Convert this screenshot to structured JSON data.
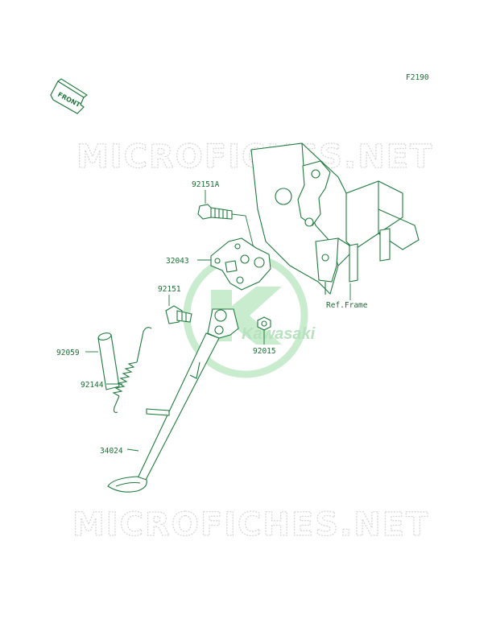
{
  "figure_code": "F2190",
  "front_label": "FRONT",
  "watermark_text": "MICROFICHES.NET",
  "logo_text": "Kawasaki",
  "ref_label": "Ref.Frame",
  "parts": [
    {
      "id": "p1",
      "number": "92151A"
    },
    {
      "id": "p2",
      "number": "32043"
    },
    {
      "id": "p3",
      "number": "92151"
    },
    {
      "id": "p4",
      "number": "92015"
    },
    {
      "id": "p5",
      "number": "92059"
    },
    {
      "id": "p6",
      "number": "92144"
    },
    {
      "id": "p7",
      "number": "34024"
    }
  ],
  "colors": {
    "line": "#1e7a3c",
    "text": "#1d6b35",
    "logo": "#c9eccf",
    "watermark": "#d7d7d7"
  }
}
